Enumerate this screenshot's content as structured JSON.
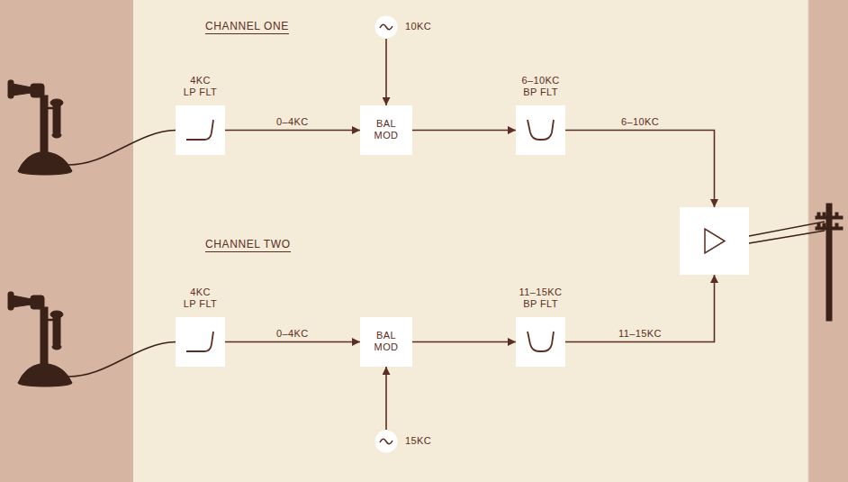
{
  "diagram": {
    "nodes": [
      {
        "text": [
          "4KC LP FLT"
        ]
      },
      {
        "text": [
          "10KC"
        ]
      },
      {
        "text": [
          "BAL MOD"
        ]
      },
      {
        "text": [
          "6–10KC BP FLT"
        ]
      },
      {
        "text": [
          "4KC LP FLT"
        ]
      },
      {
        "text": [
          "BAL MOD"
        ]
      },
      {
        "text": [
          "11–15KC BP FLT"
        ]
      },
      {
        "text": [
          "15KC"
        ]
      },
      {
        "text": []
      }
    ],
    "edges": [
      {
        "from": 0,
        "to": 2,
        "arrow": "to",
        "label": "0–4KC"
      },
      {
        "from": 1,
        "to": 2,
        "arrow": "to"
      },
      {
        "from": 2,
        "to": 3,
        "arrow": "to"
      },
      {
        "from": 3,
        "to": 8,
        "arrow": "to",
        "label": "6–10KC"
      },
      {
        "from": 4,
        "to": 5,
        "arrow": "to",
        "label": "0–4KC"
      },
      {
        "from": 7,
        "to": 5,
        "arrow": "to"
      },
      {
        "from": 5,
        "to": 6,
        "arrow": "to"
      },
      {
        "from": 6,
        "to": 8,
        "arrow": "to",
        "label": "11–15KC"
      }
    ],
    "labels": [
      "CHANNEL ONE",
      "CHANNEL TWO"
    ]
  }
}
